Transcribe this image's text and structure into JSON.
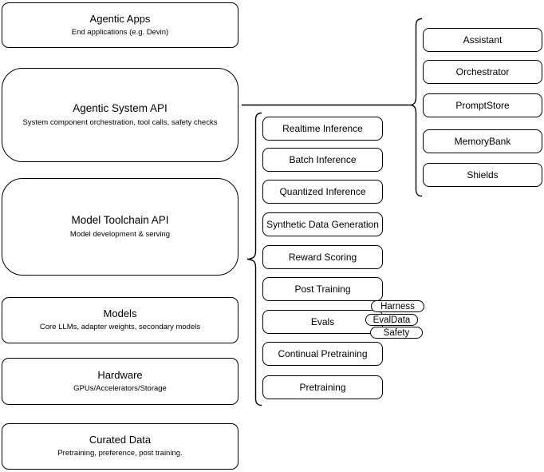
{
  "left_stack": {
    "items": [
      {
        "title": "Agentic Apps",
        "subtitle": "End applications (e.g. Devin)"
      },
      {
        "title": "Agentic System API",
        "subtitle": "System component orchestration, tool calls, safety checks"
      },
      {
        "title": "Model Toolchain API",
        "subtitle": "Model development & serving"
      },
      {
        "title": "Models",
        "subtitle": "Core LLMs, adapter weights, secondary models"
      },
      {
        "title": "Hardware",
        "subtitle": "GPUs/Accelerators/Storage"
      },
      {
        "title": "Curated Data",
        "subtitle": "Pretraining, preference, post training."
      }
    ]
  },
  "toolchain_components": {
    "items": [
      {
        "label": "Realtime Inference"
      },
      {
        "label": "Batch Inference"
      },
      {
        "label": "Quantized Inference"
      },
      {
        "label": "Synthetic Data Generation"
      },
      {
        "label": "Reward Scoring"
      },
      {
        "label": "Post Training"
      },
      {
        "label": "Evals"
      },
      {
        "label": "Continual Pretraining"
      },
      {
        "label": "Pretraining"
      }
    ]
  },
  "eval_pills": {
    "items": [
      {
        "label": "Harness"
      },
      {
        "label": "EvalData"
      },
      {
        "label": "Safety"
      }
    ]
  },
  "system_components": {
    "items": [
      {
        "label": "Assistant"
      },
      {
        "label": "Orchestrator"
      },
      {
        "label": "PromptStore"
      },
      {
        "label": "MemoryBank"
      },
      {
        "label": "Shields"
      }
    ]
  },
  "colors": {
    "stroke": "#000000",
    "background": "#ffffff"
  }
}
